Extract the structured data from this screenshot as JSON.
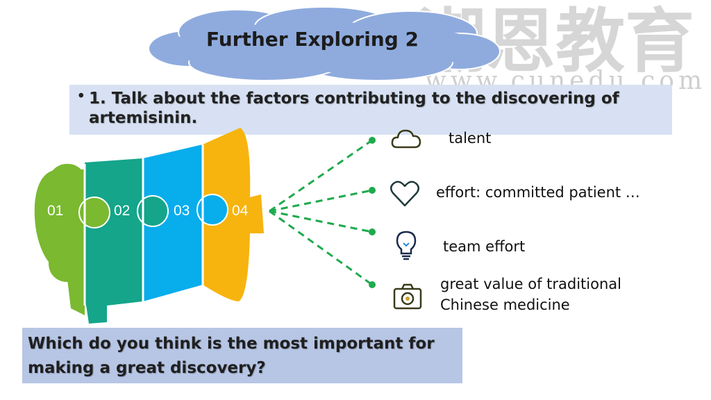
{
  "watermark": {
    "chinese": "潮恩教育",
    "url": "www.cunedu.com"
  },
  "title": "Further Exploring 2",
  "topic": {
    "bullet": "•",
    "text": "1. Talk about the factors contributing to the discovering of artemisinin."
  },
  "megaphone": {
    "segments": [
      {
        "label": "01",
        "color": "#7ab930"
      },
      {
        "label": "02",
        "color": "#14a58a"
      },
      {
        "label": "03",
        "color": "#08adec"
      },
      {
        "label": "04",
        "color": "#f7b40e"
      }
    ]
  },
  "factors": [
    {
      "icon": "cloud-icon",
      "text": "talent"
    },
    {
      "icon": "heart-icon",
      "text": "effort: committed  patient  …"
    },
    {
      "icon": "lightbulb-icon",
      "text": "team effort"
    },
    {
      "icon": "camera-icon",
      "text": "great value of traditional Chinese medicine"
    }
  ],
  "question": "Which do you think is the most important for making a great discovery?",
  "colors": {
    "cloud": "#8fabde",
    "topic_bg": "#d7e1f3",
    "question_bg": "#b7c6e5",
    "dash": "#1eaa4d"
  }
}
